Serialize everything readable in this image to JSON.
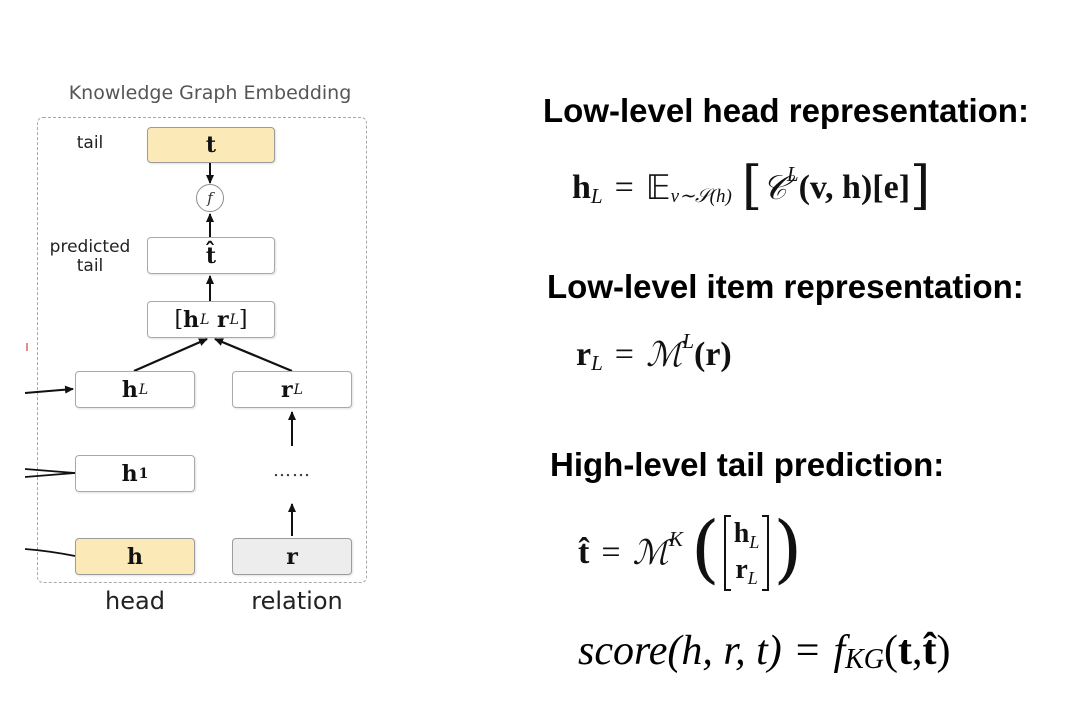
{
  "diagram": {
    "title": "Knowledge Graph Embedding",
    "labels": {
      "tail": "tail",
      "predicted_tail_line1": "predicted",
      "predicted_tail_line2": "tail",
      "head": "head",
      "relation": "relation"
    },
    "nodes": {
      "tail": {
        "symbol": "t"
      },
      "predicted_tail": {
        "symbol": "t̂"
      },
      "concat": {
        "open": "[",
        "h": "h",
        "h_sub": "L",
        "r": "r",
        "r_sub": "L",
        "close": "]"
      },
      "hL": {
        "symbol": "h",
        "sub": "L"
      },
      "rL": {
        "symbol": "r",
        "sub": "L"
      },
      "h1": {
        "symbol": "h",
        "sub": "1"
      },
      "dots": "……",
      "head": {
        "symbol": "h"
      },
      "relation": {
        "symbol": "r"
      },
      "score_fn": "f"
    },
    "colors": {
      "highlight": "#fbe9b8",
      "relation_fill": "#ededed",
      "border": "#a9a9a9"
    }
  },
  "sections": {
    "head_heading": "Low-level head representation:",
    "item_heading": "Low-level item representation:",
    "tail_heading": "High-level tail prediction:"
  },
  "equations": {
    "head": {
      "lhs": "h",
      "lhs_sub": "L",
      "eq": "=",
      "expect": "𝔼",
      "expect_sub": "v∼𝒮(h)",
      "lb": "[",
      "cal": "𝒞",
      "cal_sup": "L",
      "args": "(v, h)[e]",
      "rb": "]"
    },
    "item": {
      "lhs": "r",
      "lhs_sub": "L",
      "eq": "=",
      "op": "ℳ",
      "op_sup": "L",
      "args": "(r)"
    },
    "tail": {
      "lhs": "t̂",
      "eq": "=",
      "op": "ℳ",
      "op_sup": "K",
      "lp": "(",
      "row1": "h",
      "row1_sub": "L",
      "row2": "r",
      "row2_sub": "L",
      "rp": ")"
    },
    "score": {
      "fn": "score",
      "args": "(h, r, t)",
      "eq": "=",
      "f": "f",
      "f_sub": "KG",
      "lp": "(",
      "t": "t",
      "comma": ", ",
      "that": "t̂",
      "rp": ")"
    }
  }
}
